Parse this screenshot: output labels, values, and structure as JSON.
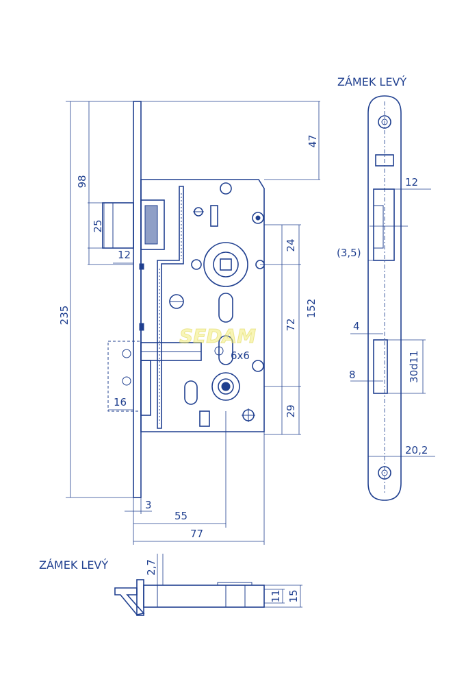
{
  "titles": {
    "right_view": "ZÁMEK LEVÝ",
    "bottom_view": "ZÁMEK LEVÝ"
  },
  "watermark": "SEDAM",
  "dimensions": {
    "d235": "235",
    "d98": "98",
    "d25": "25",
    "d12": "12",
    "d16": "16",
    "d3": "3",
    "d55": "55",
    "d77": "77",
    "d47": "47",
    "d24": "24",
    "d152": "152",
    "d72": "72",
    "d29": "29",
    "d6x6": "6x6",
    "r12": "12",
    "r35": "(3,5)",
    "r4": "4",
    "r8": "8",
    "r30d11": "30d11",
    "r20_2": "20,2",
    "b2_7": "2,7",
    "b11": "11",
    "b15": "15"
  },
  "colors": {
    "line": "#1f3f8f",
    "watermark": "#f2ec7a"
  }
}
